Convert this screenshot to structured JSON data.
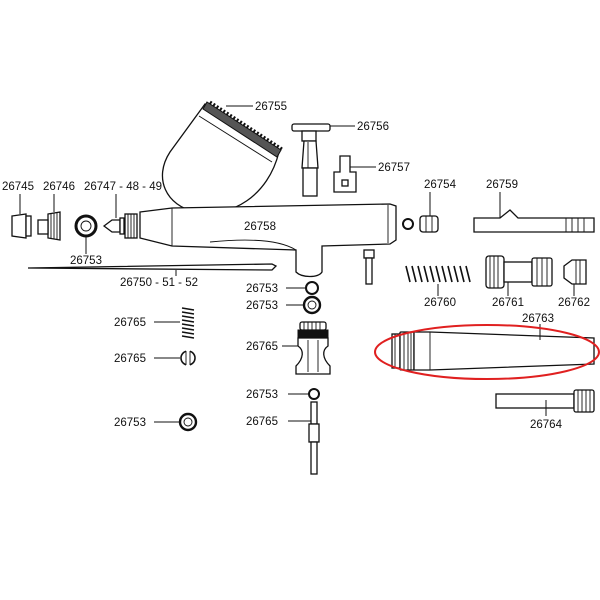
{
  "labels": {
    "p26755": "26755",
    "p26756": "26756",
    "p26757": "26757",
    "p26745": "26745",
    "p26746": "26746",
    "p26747": "26747 - 48 - 49",
    "p26754": "26754",
    "p26759": "26759",
    "p26758": "26758",
    "p26753_a": "26753",
    "p26750": "26750 - 51 - 52",
    "p26753_b": "26753",
    "p26753_c": "26753",
    "p26760": "26760",
    "p26761": "26761",
    "p26762": "26762",
    "p26763": "26763",
    "p26765_a": "26765",
    "p26765_b": "26765",
    "p26765_c": "26765",
    "p26753_d": "26753",
    "p26764": "26764",
    "p26753_e": "26753",
    "p26765_d": "26765"
  },
  "highlight": {
    "color": "#e02020",
    "target": "26763"
  }
}
